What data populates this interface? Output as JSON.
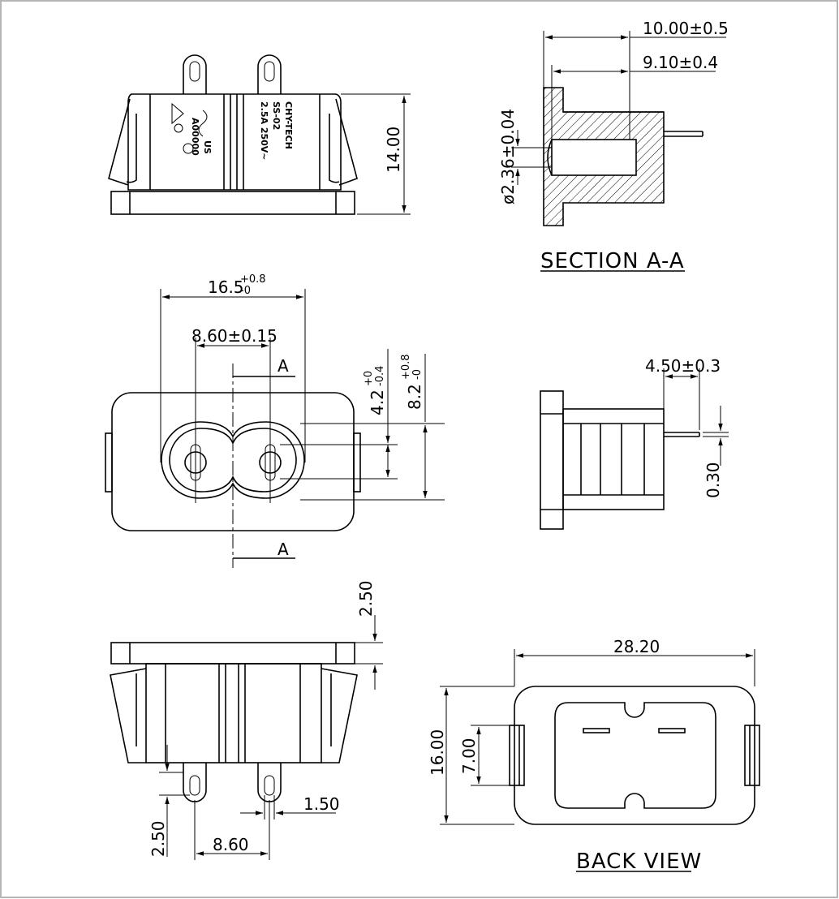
{
  "views": {
    "section_aa": {
      "caption": "SECTION A-A",
      "dims": {
        "overall": "10.00±0.5",
        "inner": "9.10±0.4",
        "bore": "ø2.36±0.04"
      }
    },
    "top_view": {
      "dims": {
        "height": "14.00"
      },
      "marking": {
        "brand": "CHY-TECH",
        "model": "SS-02",
        "rating": "2.5A 250V~",
        "cert": "US",
        "code": "A00000"
      }
    },
    "front_view": {
      "dims": {
        "width_main": "16.5",
        "width_tol_upper": "+0.8",
        "width_tol_lower": "-0",
        "pin_pitch": "8.60±0.15",
        "h_small_main": "4.2",
        "h_small_upper": "+0",
        "h_small_lower": "-0.4",
        "h_large_main": "8.2",
        "h_large_upper": "+0.8",
        "h_large_lower": "-0"
      },
      "section_labels": {
        "top": "A",
        "bottom": "A"
      }
    },
    "side_view": {
      "dims": {
        "pin_length": "4.50±0.3",
        "pin_thickness": "0.30"
      }
    },
    "bottom_view": {
      "dims": {
        "flange": "2.50",
        "tab_height": "2.50",
        "tab_pitch": "8.60",
        "tab_width": "1.50"
      }
    },
    "back_view": {
      "caption": "BACK VIEW",
      "dims": {
        "width": "28.20",
        "height": "16.00",
        "inner_height": "7.00"
      }
    }
  }
}
